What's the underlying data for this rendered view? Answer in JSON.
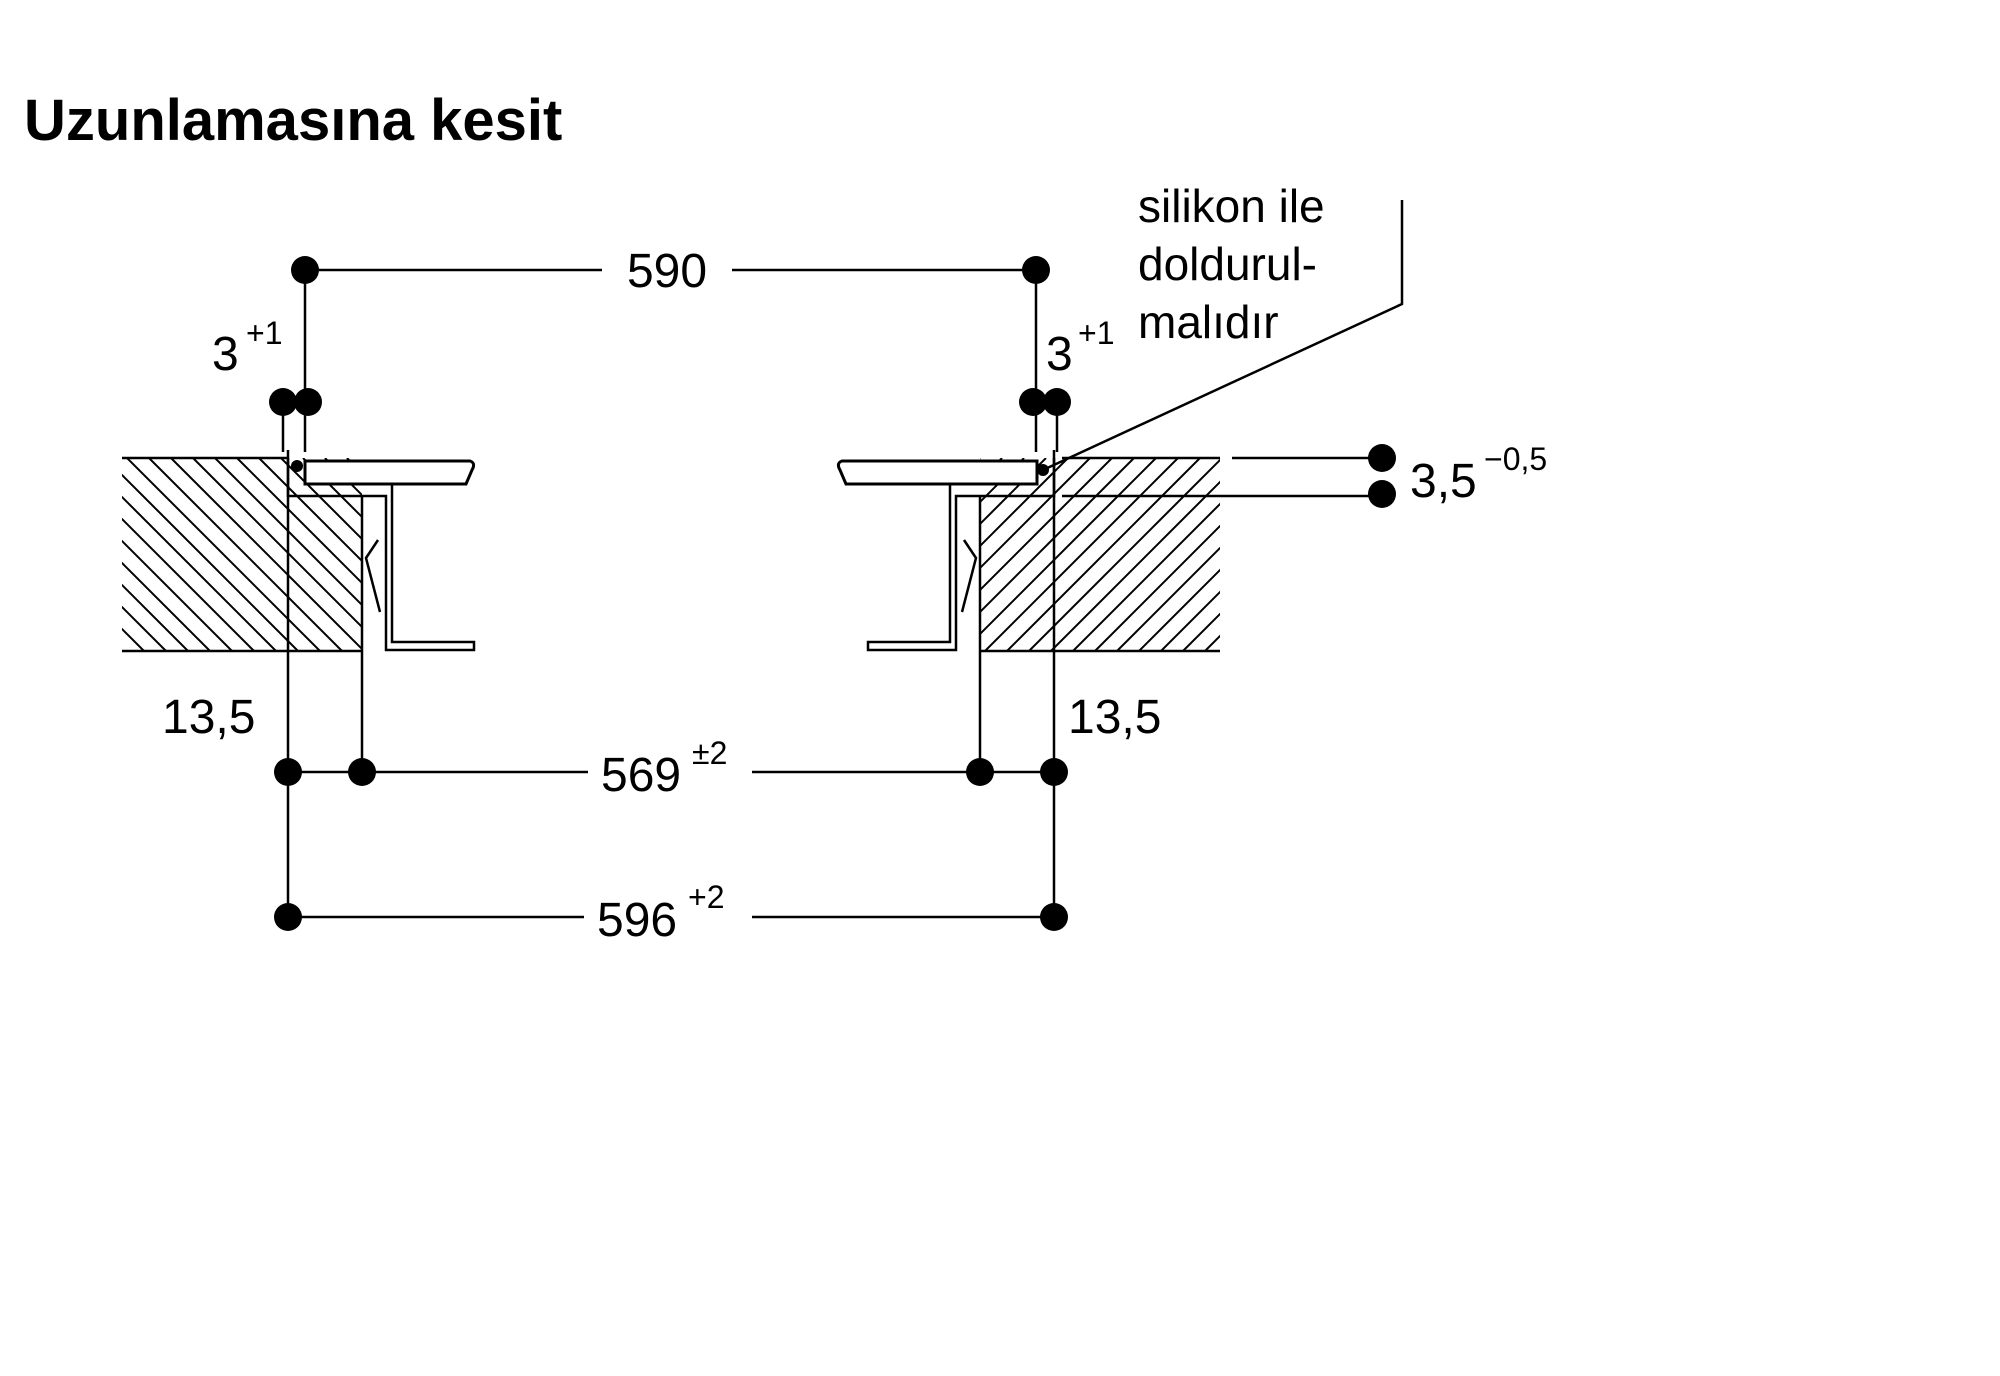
{
  "title": "Uzunlamasına kesit",
  "dimensions": {
    "top_width": {
      "value": "590"
    },
    "left_gap": {
      "value": "3",
      "sup": "+1"
    },
    "right_gap": {
      "value": "3",
      "sup": "+1"
    },
    "left_offset": {
      "value": "13,5"
    },
    "right_offset": {
      "value": "13,5"
    },
    "inner_width": {
      "value": "569",
      "sup": "±2"
    },
    "outer_width": {
      "value": "596",
      "sup": "+2"
    },
    "depth": {
      "value": "3,5",
      "sup": "−0,5"
    }
  },
  "note": {
    "lines": [
      "silikon ile",
      "doldurul-",
      "malıdır"
    ]
  }
}
